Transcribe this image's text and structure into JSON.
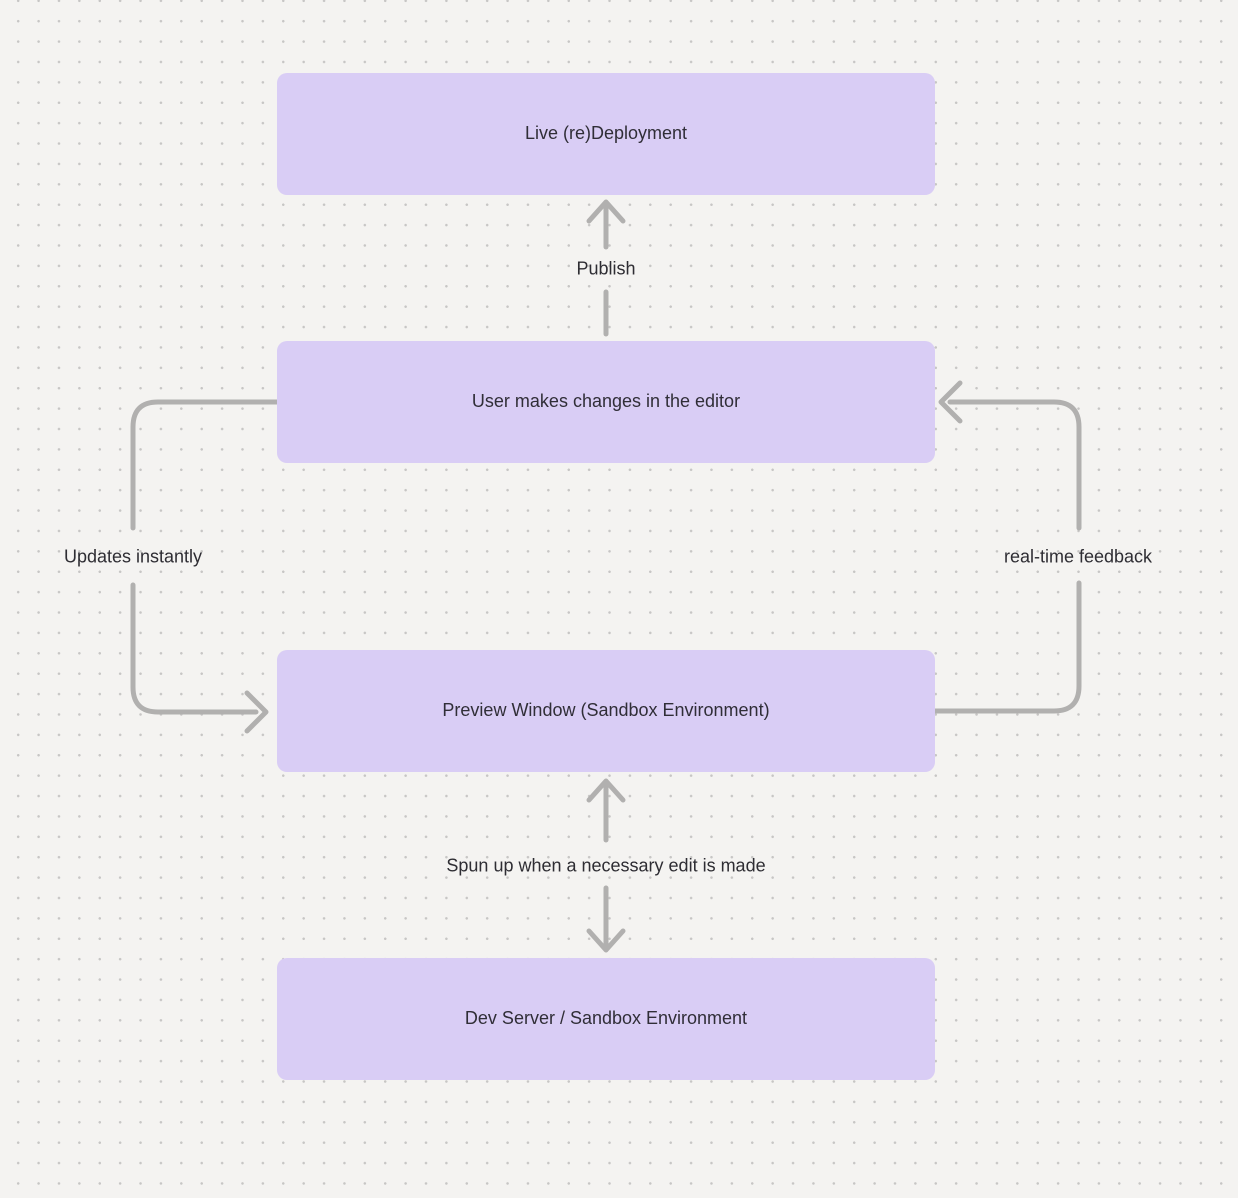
{
  "diagram": {
    "nodes": [
      {
        "id": "live-redeployment",
        "label": "Live (re)Deployment"
      },
      {
        "id": "user-editor",
        "label": "User makes changes in the editor"
      },
      {
        "id": "preview-window",
        "label": "Preview Window (Sandbox Environment)"
      },
      {
        "id": "dev-server",
        "label": "Dev Server / Sandbox Environment"
      }
    ],
    "edges": [
      {
        "id": "publish",
        "label": "Publish",
        "from": "user-editor",
        "to": "live-redeployment",
        "style": "straight-up-arrow"
      },
      {
        "id": "updates-instantly",
        "label": "Updates instantly",
        "from": "user-editor",
        "to": "preview-window",
        "style": "left-side-loop-arrow"
      },
      {
        "id": "real-time-feedback",
        "label": "real-time feedback",
        "from": "preview-window",
        "to": "user-editor",
        "style": "right-side-loop-arrow"
      },
      {
        "id": "spun-up",
        "label": "Spun up when a necessary edit is made",
        "from": "preview-window",
        "to": "dev-server",
        "style": "bidirectional-vertical-arrows"
      }
    ]
  },
  "theme": {
    "canvas_bg": "#f4f3f1",
    "dot_color": "#c7c6c5",
    "node_fill": "#d9cdf5",
    "node_text": "#302e37",
    "edge_color": "#b1b0af",
    "label_text": "#2e2d33"
  }
}
